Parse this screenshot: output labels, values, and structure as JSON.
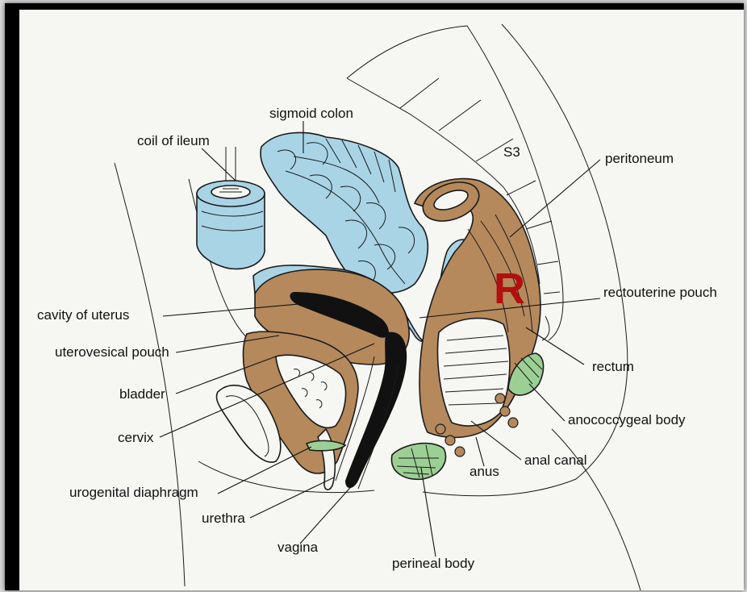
{
  "diagram": {
    "marker": "R",
    "vertebra_label": "S3",
    "colors": {
      "organ_brown": "#b5895c",
      "bowel_blue": "#a9d4e6",
      "muscle_green": "#9ccf94",
      "marker_red": "#b30f0f",
      "background": "#f6f6f3"
    },
    "labels": {
      "sigmoid_colon": "sigmoid colon",
      "coil_of_ileum": "coil of  ileum",
      "peritoneum": "peritoneum",
      "cavity_of_uterus": "cavity of uterus",
      "rectouterine_pouch": "rectouterine pouch",
      "uterovesical_pouch": "uterovesical pouch",
      "rectum": "rectum",
      "bladder": "bladder",
      "anococcygeal_body": "anococcygeal body",
      "cervix": "cervix",
      "anal_canal": "anal canal",
      "anus": "anus",
      "urogenital_diaphragm": "urogenital diaphragm",
      "urethra": "urethra",
      "vagina": "vagina",
      "perineal_body": "perineal body"
    }
  }
}
